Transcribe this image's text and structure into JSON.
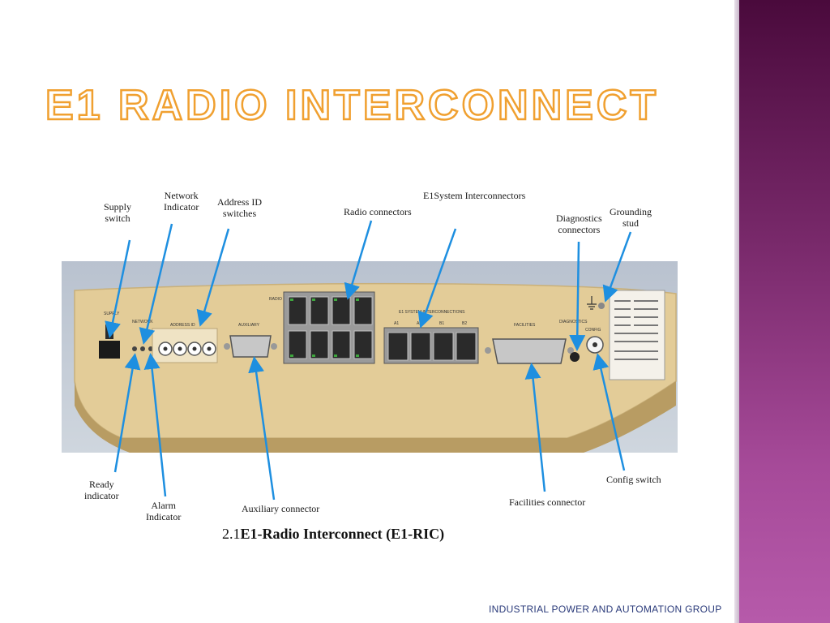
{
  "slide": {
    "title": "E1 Radio Interconnect",
    "footer": "INDUSTRIAL POWER AND AUTOMATION GROUP"
  },
  "figure": {
    "caption_number": "2.1",
    "caption_text": "E1-Radio Interconnect (E1-RIC)",
    "callouts": {
      "supply_switch": "Supply\nswitch",
      "network_indicator": "Network\nIndicator",
      "address_id_switches": "Address ID\nswitches",
      "radio_connectors": "Radio connectors",
      "e1_system_interconnectors": "E1System Interconnectors",
      "diagnostics_connectors": "Diagnostics\nconnectors",
      "grounding_stud": "Grounding\nstud",
      "ready_indicator": "Ready\nindicator",
      "alarm_indicator": "Alarm\nIndicator",
      "auxiliary_connector": "Auxiliary connector",
      "facilities_connector": "Facilities connector",
      "config_switch": "Config switch"
    },
    "panel_labels": {
      "supply": "SUPPLY",
      "network": "NETWORK",
      "address_id": "ADDRESS ID",
      "auxiliary": "AUXILIARY",
      "radio": "RADIO",
      "e1_system": "E1 SYSTEM INTERCONNECTIONS",
      "a1": "A1",
      "a2": "A2",
      "b1": "B1",
      "b2": "B2",
      "facilities": "FACILITIES",
      "diagnostics": "DIAGNOSTICS",
      "config": "CONFIG"
    },
    "colors": {
      "device_body": "#e3cc98",
      "arrow": "#1e8fe0",
      "title_stroke": "#f0a030"
    }
  }
}
